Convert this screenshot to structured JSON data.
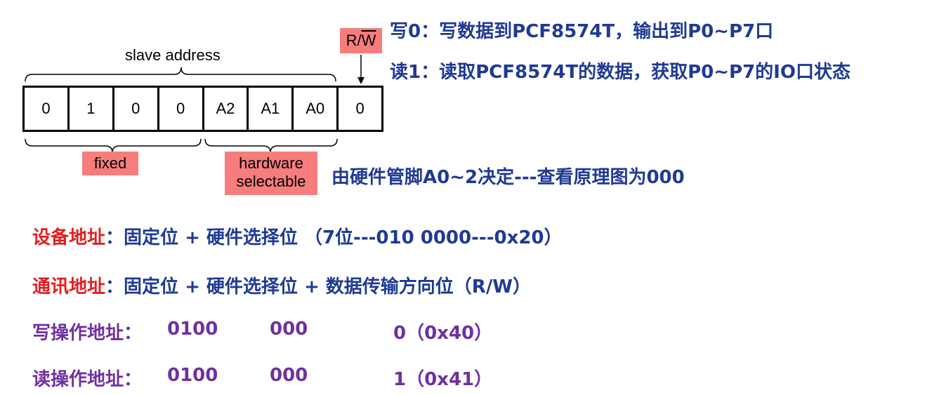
{
  "diagram": {
    "slave_address_label": "slave address",
    "bits": [
      "0",
      "1",
      "0",
      "0",
      "A2",
      "A1",
      "A0",
      "0"
    ],
    "rw_label_r": "R/",
    "rw_label_w": "W",
    "fixed_label": "fixed",
    "hardware_label_1": "hardware",
    "hardware_label_2": "selectable",
    "note_write": "写0：写数据到PCF8574T，输出到P0~P7口",
    "note_read": "读1：读取PCF8574T的数据，获取P0~P7的IO口状态",
    "note_pins": "由硬件管脚A0~2决定---查看原理图为000"
  },
  "lines": {
    "device_addr_key": "设备地址",
    "device_addr_val": "：固定位 + 硬件选择位  （7位---010 0000---0x20）",
    "comm_addr_key": "通讯地址",
    "comm_addr_val": "：固定位 + 硬件选择位 + 数据传输方向位（R/W）",
    "write_addr_key": "写操作地址：",
    "write_fixed": "0100",
    "write_hw": "000",
    "write_rw": "0（0x40）",
    "read_addr_key": "读操作地址：",
    "read_fixed": "0100",
    "read_hw": "000",
    "read_rw": "1（0x41）"
  },
  "colors": {
    "navy": "#1f3a93",
    "red": "#e0201f",
    "purple": "#7030a0",
    "label_box": "#f77d7d"
  }
}
